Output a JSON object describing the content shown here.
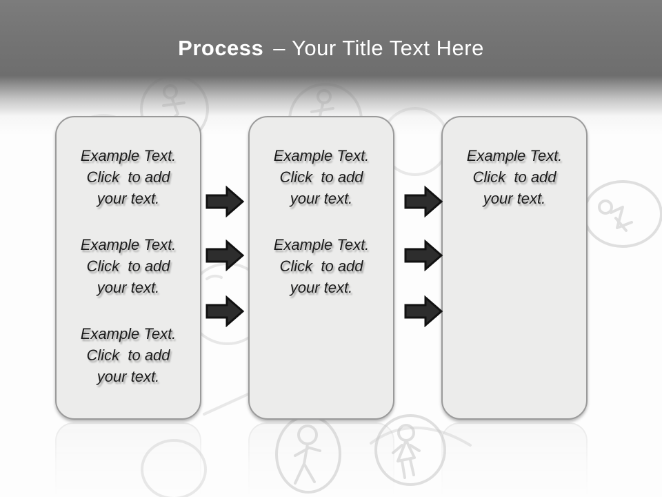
{
  "title": {
    "primary": "Process",
    "separator": "–",
    "secondary": "Your Title Text Here"
  },
  "placeholder": {
    "lines": [
      "Example Text.",
      "Click  to add",
      "your text."
    ]
  },
  "boxes": [
    {
      "name": "process-step-box-1",
      "text_block_count": 3
    },
    {
      "name": "process-step-box-2",
      "text_block_count": 2
    },
    {
      "name": "process-step-box-3",
      "text_block_count": 1
    }
  ],
  "arrows": {
    "between_box_1_and_2": 3,
    "between_box_2_and_3": 3,
    "direction": "right"
  },
  "background": {
    "doodles": [
      "stick-figure-in-circle-top-left",
      "circle-sketch-top",
      "stick-figure-in-circle-top-center",
      "circle-sketch-top-right-of-box-2",
      "sideways-stick-figure-in-oval-right",
      "circle-sketch-between-box-1-2",
      "oval-sketch-bottom-left",
      "stick-man-in-oval-bottom-center",
      "stick-woman-in-circle-bottom-center",
      "arc-sketch-under-box-2"
    ]
  },
  "colors": {
    "header_top": "#7c7c7c",
    "header_mid": "#6e6e6e",
    "title_text": "#ffffff",
    "canvas_bg": "#fdfdfd",
    "box_fill": "#ececeb",
    "box_border": "#9a9a9a",
    "arrow_fill": "#2d2d2d",
    "arrow_outline": "#111111",
    "body_text": "#1b1b1b",
    "doodle_stroke": "#c7c7c7",
    "reflection_fill": "#f4f4f4",
    "reflection_border": "#e2e2e2"
  }
}
